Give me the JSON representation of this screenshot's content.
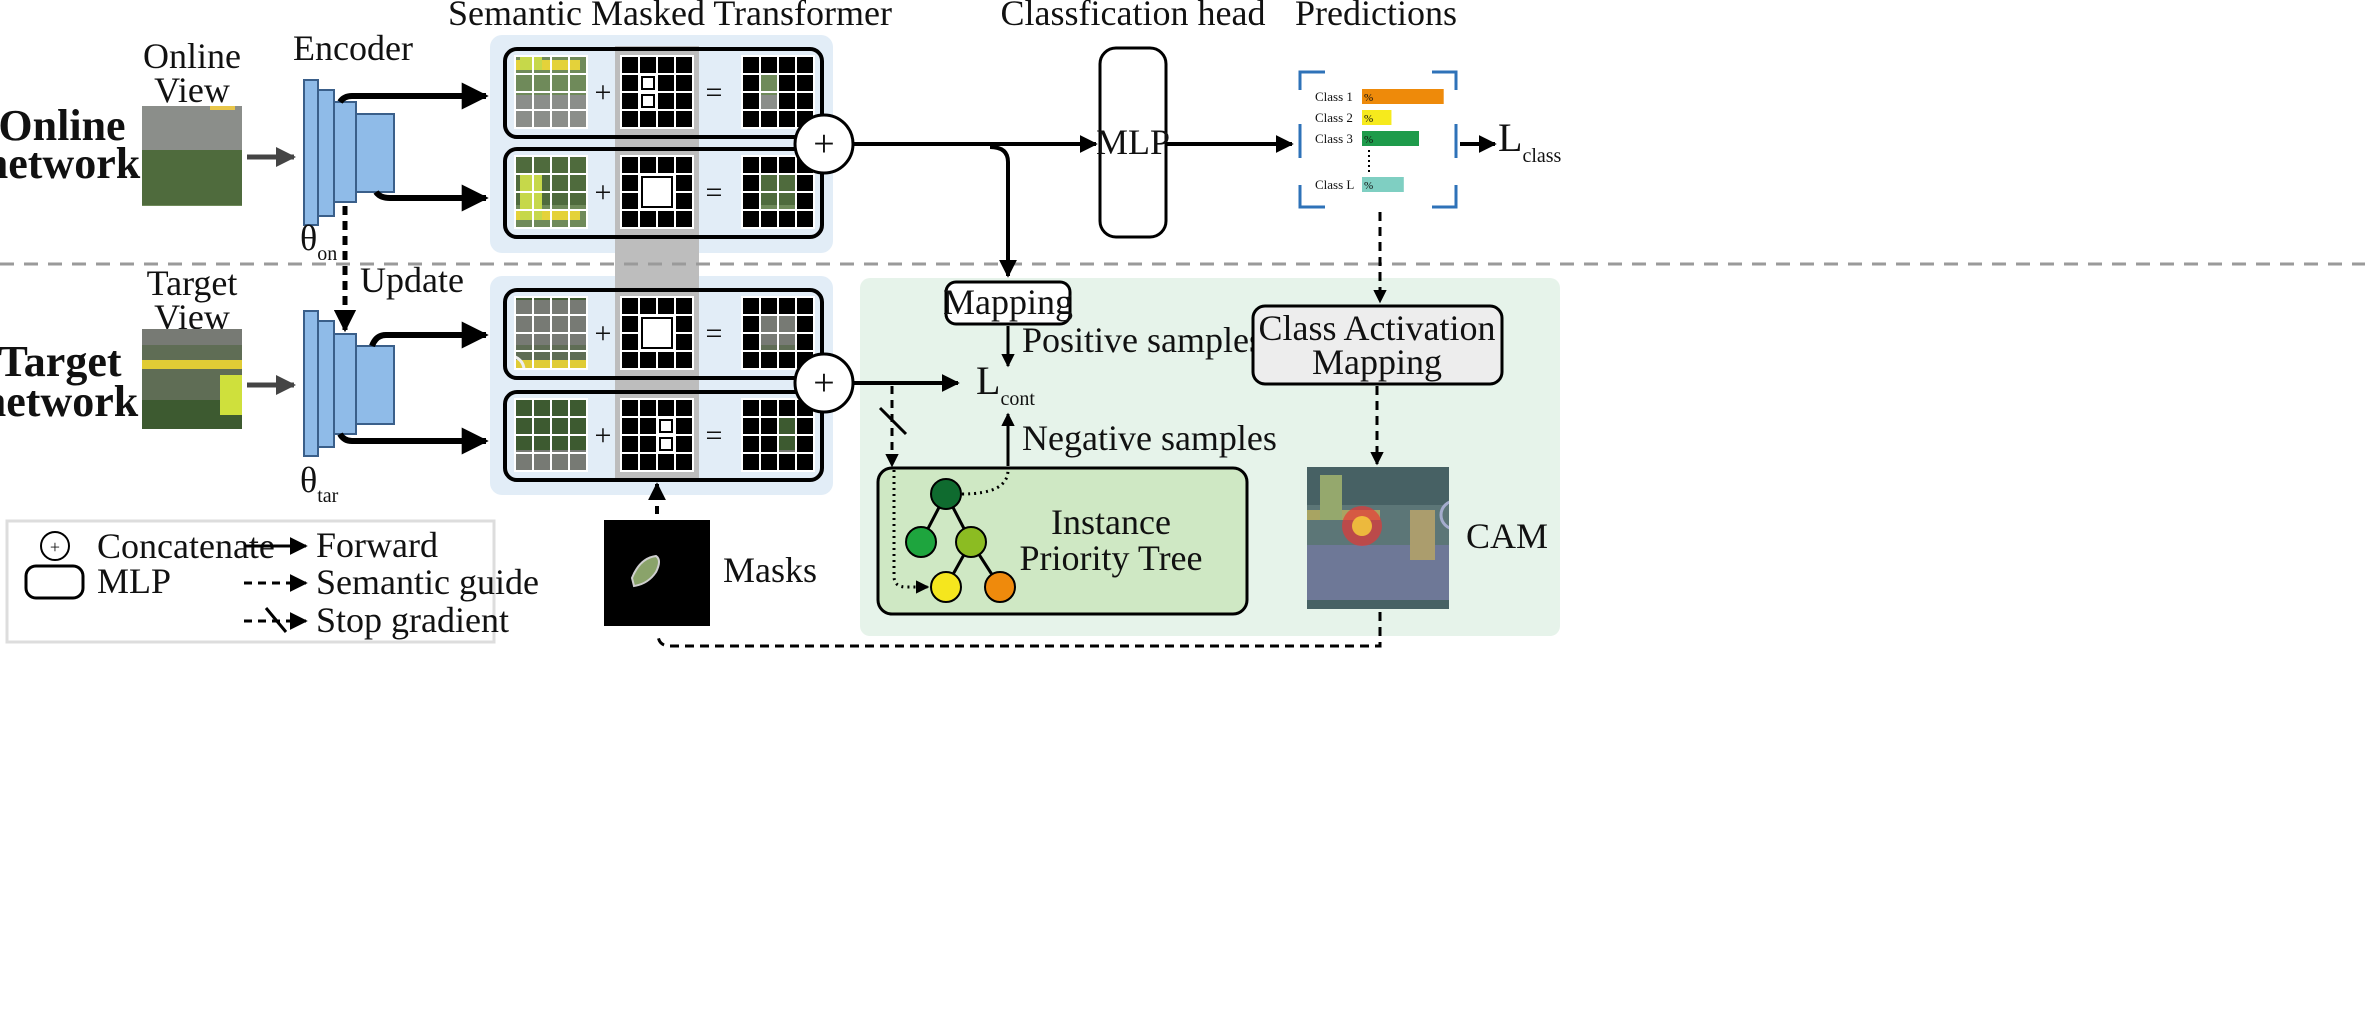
{
  "title": "Semantic Masked Transformer",
  "headers": {
    "encoder": "Encoder",
    "classification_head": "Classfication head",
    "predictions": "Predictions"
  },
  "networks": {
    "online": {
      "line1": "Online",
      "line2": "network",
      "view_line1": "Online",
      "view_line2": "View",
      "theta": "θ",
      "theta_sub": "on"
    },
    "target": {
      "line1": "Target",
      "line2": "network",
      "view_line1": "Target",
      "view_line2": "View",
      "theta": "θ",
      "theta_sub": "tar"
    }
  },
  "update_label": "Update",
  "symbols": {
    "plus": "+",
    "equals": "="
  },
  "mlp_label": "MLP",
  "prediction_classes": [
    {
      "label": "Class 1",
      "value_label": "%",
      "value": 0.86,
      "color": "#ee8a0a"
    },
    {
      "label": "Class 2",
      "value_label": "%",
      "value": 0.31,
      "color": "#f6ea1d"
    },
    {
      "label": "Class 3",
      "value_label": "%",
      "value": 0.6,
      "color": "#1e9b4b"
    },
    {
      "label": "Class L",
      "value_label": "%",
      "value": 0.44,
      "color": "#7fcfc2"
    }
  ],
  "loss_class": {
    "main": "L",
    "sub": "class"
  },
  "loss_cont": {
    "main": "L",
    "sub": "cont"
  },
  "mapping_label": "Mapping",
  "positive_samples": "Positive samples",
  "negative_samples": "Negative samples",
  "cam_box": {
    "line1": "Class Activation",
    "line2": "Mapping"
  },
  "cam_label": "CAM",
  "tree": {
    "line1": "Instance",
    "line2": "Priority Tree",
    "node_colors": [
      "#0f6b2f",
      "#1ea53e",
      "#8cbc22",
      "#f5e61e",
      "#ef8a0c"
    ]
  },
  "masks_label": "Masks",
  "legend": {
    "concatenate": "Concatenate",
    "mlp": "MLP",
    "forward": "Forward",
    "semantic_guide": "Semantic guide",
    "stop_gradient": "Stop gradient",
    "concat_symbol": "+"
  },
  "colors": {
    "smt_bg": "#e2edf7",
    "green_bg": "#e6f3ea",
    "tree_bg": "#cfe8c4",
    "encoder_blue": "#8fbbe8",
    "mask_strip": "#bdbdbd",
    "cam_box_bg": "#ededed"
  }
}
